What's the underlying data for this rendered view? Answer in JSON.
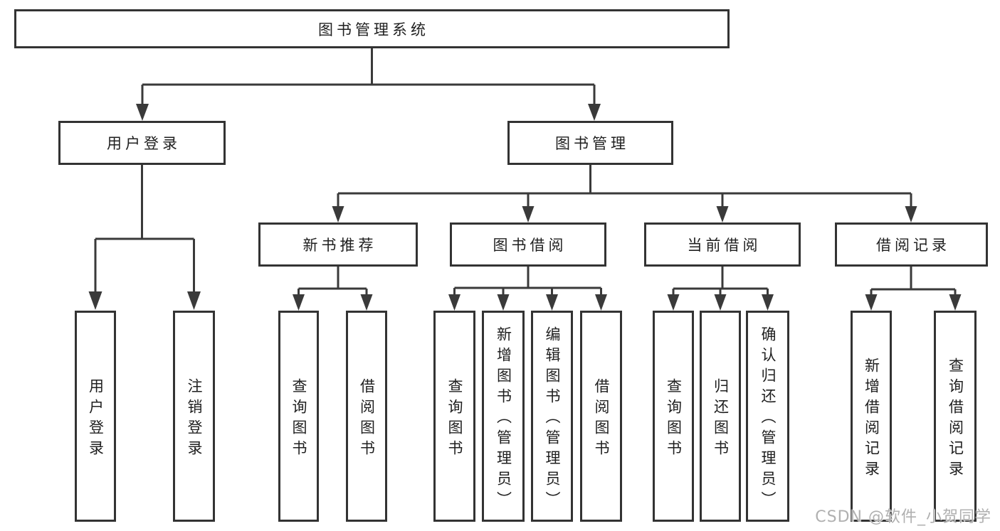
{
  "diagram": {
    "root": {
      "label": "图书管理系统"
    },
    "branches": [
      {
        "label": "用户登录",
        "leaves": [
          {
            "label": "用户登录"
          },
          {
            "label": "注销登录"
          }
        ]
      },
      {
        "label": "图书管理",
        "children": [
          {
            "label": "新书推荐",
            "leaves": [
              {
                "label": "查询图书"
              },
              {
                "label": "借阅图书"
              }
            ]
          },
          {
            "label": "图书借阅",
            "leaves": [
              {
                "label": "查询图书"
              },
              {
                "label": "新增图书（管理员）"
              },
              {
                "label": "编辑图书（管理员）"
              },
              {
                "label": "借阅图书"
              }
            ]
          },
          {
            "label": "当前借阅",
            "leaves": [
              {
                "label": "查询图书"
              },
              {
                "label": "归还图书"
              },
              {
                "label": "确认归还（管理员）"
              }
            ]
          },
          {
            "label": "借阅记录",
            "leaves": [
              {
                "label": "新增借阅记录"
              },
              {
                "label": "查询借阅记录"
              }
            ]
          }
        ]
      }
    ]
  },
  "watermark": {
    "text": "CSDN @软件_小贺同学"
  },
  "colors": {
    "background": "#ffffff",
    "line": "#3a3a3a",
    "box_border": "#333333",
    "text": "#1f1f1f",
    "watermark": "#b0b0b0"
  }
}
